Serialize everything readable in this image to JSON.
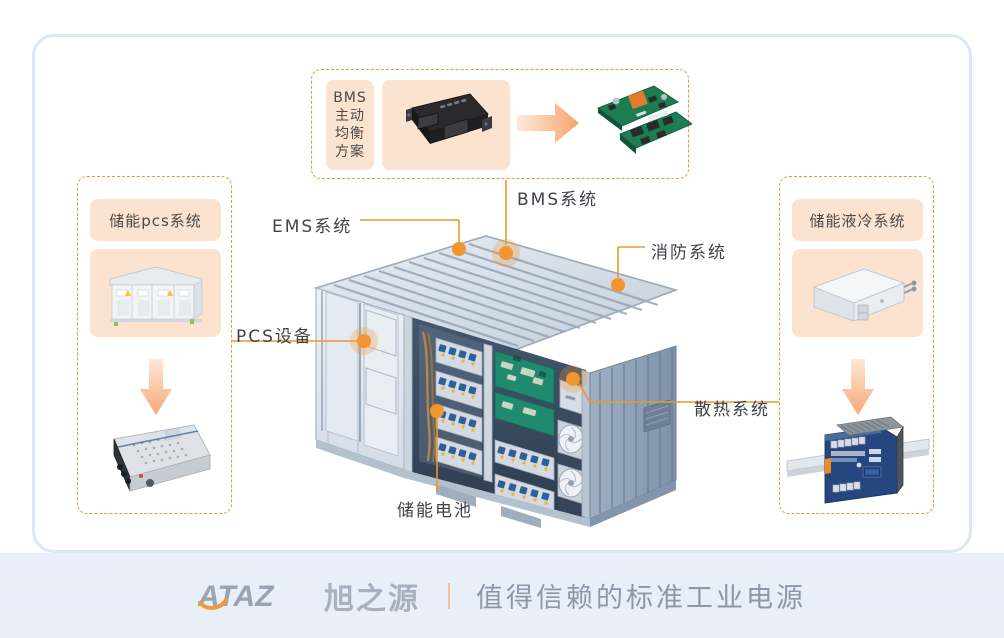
{
  "panels": {
    "pcs": {
      "title": "储能pcs系统",
      "photo_name": "pcs-cabinet-photo",
      "arrow_name": "down-arrow",
      "product_name": "enclosed-power-supply-photo"
    },
    "liquid": {
      "title": "储能液冷系统",
      "photo_name": "liquid-cooling-unit-photo",
      "arrow_name": "down-arrow",
      "product_name": "din-rail-power-supply-photo"
    },
    "bms": {
      "lines": [
        "BMS",
        "主动",
        "均衡",
        "方案"
      ],
      "device_name": "bms-controller-photo",
      "arrow_name": "right-arrow",
      "boards_name": "pcb-boards-photo"
    }
  },
  "callouts": [
    {
      "id": "ems",
      "label": "EMS系统"
    },
    {
      "id": "bms",
      "label": "BMS系统"
    },
    {
      "id": "fire",
      "label": "消防系统"
    },
    {
      "id": "pcs",
      "label": "PCS设备"
    },
    {
      "id": "cool",
      "label": "散热系统"
    },
    {
      "id": "batt",
      "label": "储能电池"
    }
  ],
  "container": {
    "name": "energy-storage-container-illustration"
  },
  "footer": {
    "logo_text": "ATAZ",
    "brand_cn": "旭之源",
    "slogan": "值得信赖的标准工业电源"
  },
  "colors": {
    "accent_orange": "#f0952f",
    "chip_bg": "#fbe3cf",
    "card_border": "#d9e8fa",
    "footer_bg": "#eaf0f9",
    "label_text": "#3f4348"
  }
}
